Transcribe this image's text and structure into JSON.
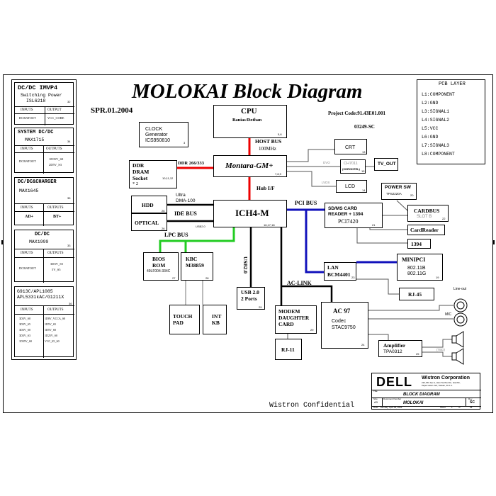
{
  "title": "MOLOKAI Block Diagram",
  "date": "SPR.01.2004",
  "project_code": "Project Code:91.43E01.001",
  "pcb_code": "03249-SC",
  "confidential": "Wistron Confidential",
  "pcb_layer": {
    "title": "PCB LAYER",
    "layers": [
      "L1:COMPONENT",
      "L2:GND",
      "L3:SIGNAL1",
      "L4:SIGNAL2",
      "L5:VCC",
      "L6:GND",
      "L7:SIGNAL3",
      "L8:COMPONENT"
    ]
  },
  "power": {
    "imvp4": {
      "title": "DC/DC IMVP4",
      "sub1": "Switching Power",
      "sub2": "ISL6218",
      "page": "32",
      "col1": "INPUTS",
      "col2": "OUTPUT",
      "in": "DCBATOUT",
      "out": "VCC_CORE"
    },
    "system": {
      "title": "SYSTEM DC/DC",
      "sub": "MAX1715",
      "page": "34",
      "col1": "INPUTS",
      "col2": "OUTPUTS",
      "in": "DCBATOUT",
      "out1": "1D35V_S0",
      "out2": "2D5V_S3"
    },
    "charger": {
      "title": "DC/DC&CHARGER",
      "sub": "MAX1645",
      "page": "35",
      "col1": "INPUTS",
      "col2": "OUTPUTS",
      "in": "AD+",
      "out": "BT+"
    },
    "max1999": {
      "title": "DC/DC",
      "sub": "MAX1999",
      "page": "33",
      "col1": "INPUTS",
      "col2": "OUTPUTS",
      "in": "DCBATOUT",
      "out1": "3D3V_S5",
      "out2": "5V_S5"
    },
    "g913": {
      "title1": "G913C/APL1085",
      "title2": "APL5331kAC/G1211X",
      "page": "36",
      "col1": "INPUTS",
      "col2": "OUTPUTS",
      "rows": [
        [
          "3D3V_S0",
          "1D8V_VCCA_S0"
        ],
        [
          "3D3V_S5",
          "1D5V_S5"
        ],
        [
          "3D3V_S0",
          "1D5V_S0"
        ],
        [
          "3D3V_S3",
          "1D25V_S0"
        ],
        [
          "1D35V_S0",
          "VCC_IO_S0"
        ]
      ]
    }
  },
  "blocks": {
    "cpu": {
      "title": "CPU",
      "sub": "Banias/Dothan",
      "page": "5,6"
    },
    "clock": {
      "l1": "CLOCK",
      "l2": "Generator",
      "l3": "ICS950810",
      "page": "3"
    },
    "host_bus": {
      "l1": "HOST BUS",
      "l2": "100MHz"
    },
    "gmch": {
      "title": "Montara-GM+",
      "page": "7,8,9"
    },
    "ddr": {
      "l1": "DDR",
      "l2": "DRAM",
      "l3": "Socket",
      "l4": "* 2",
      "page": "10,11,12",
      "bus": "DDR 266/333"
    },
    "crt": {
      "title": "CRT",
      "page": "13"
    },
    "ch7011": {
      "l1": "CH7011",
      "l2": "(CHRONTEL)",
      "page": "15"
    },
    "tvout": {
      "title": "TV_OUT"
    },
    "lcd": {
      "title": "LCD",
      "page": "14"
    },
    "dvo": "DVO",
    "lvds": "LVDS",
    "hub": "Hub I/F",
    "ich4": {
      "title": "ICH4-M",
      "page": "16,17,18"
    },
    "hdd": {
      "title": "HDD",
      "page": "26"
    },
    "optical": {
      "title": "OPTICAL",
      "page": "26"
    },
    "ultra": {
      "l1": "Ultra",
      "l2": "DMA-100"
    },
    "ide_bus": "IDE BUS",
    "lpc_bus": "LPC BUS",
    "usb2_label": "USB2.0",
    "usb_small": "USB2.0",
    "pci_bus": "PCI BUS",
    "ac_link": "AC-LINK",
    "bios": {
      "l1": "BIOS",
      "l2": "ROM",
      "l3": "49LF004-334C",
      "page": "27"
    },
    "kbc": {
      "l1": "KBC",
      "l2": "M38859",
      "page": "28"
    },
    "touchpad": {
      "l1": "TOUCH",
      "l2": "PAD"
    },
    "intkb": {
      "l1": "INT",
      "l2": "KB"
    },
    "usbports": {
      "l1": "USB 2.0",
      "l2": "2 Ports",
      "page": "29"
    },
    "sdcard": {
      "l1": "SD/MS CARD",
      "l2": "READER + 1394",
      "l3": "PCI7420",
      "page": "21"
    },
    "powersw": {
      "title": "POWER SW",
      "sub": "TPS2220A",
      "page": "20"
    },
    "cardbus": {
      "title": "CARDBUS",
      "sub": "SLOT B",
      "page": "22"
    },
    "cardreader": {
      "title": "CardReader"
    },
    "ieee1394": {
      "title": "1394"
    },
    "lan": {
      "l1": "LAN",
      "l2": "BCM4401",
      "page": "23"
    },
    "minipci": {
      "title": "MINIPCI",
      "l1": "802.11B",
      "l2": "802.11G",
      "page": "19"
    },
    "rj45": {
      "title": "RJ-45"
    },
    "modem": {
      "l1": "MODEM",
      "l2": "DAUGHTER",
      "l3": "CARD",
      "page": "29"
    },
    "rj11": {
      "title": "RJ-11"
    },
    "ac97": {
      "l1": "AC 97",
      "l2": "Codec",
      "l3": "STAC9750",
      "page": "24"
    },
    "amp": {
      "l1": "Amplifier",
      "l2": "TPA0312",
      "page": "25"
    },
    "lineout": "Line-out",
    "mic": "MIC",
    "tbd": "(TBD)"
  },
  "titleblock": {
    "logo": "DELL",
    "company": "Wistron Corporation",
    "addr1": "21F, 88, Sec.1, Hsin Tai Wu Rd., Hsichih,",
    "addr2": "Taipei Hsien 221, Taiwan, R.O.C.",
    "title_lbl": "Title",
    "title_val": "BLOCK DIAGRAM",
    "size_lbl": "Size",
    "size_val": "A3",
    "doc_lbl": "Document Number",
    "doc_val": "MOLOKAI",
    "rev_lbl": "Rev",
    "rev_val": "SC",
    "date_lbl": "Date:",
    "date_val": "Monday, April 05, 2004",
    "sheet_lbl": "Sheet",
    "sheet_val": "1",
    "of_lbl": "of",
    "of_val": "38"
  }
}
